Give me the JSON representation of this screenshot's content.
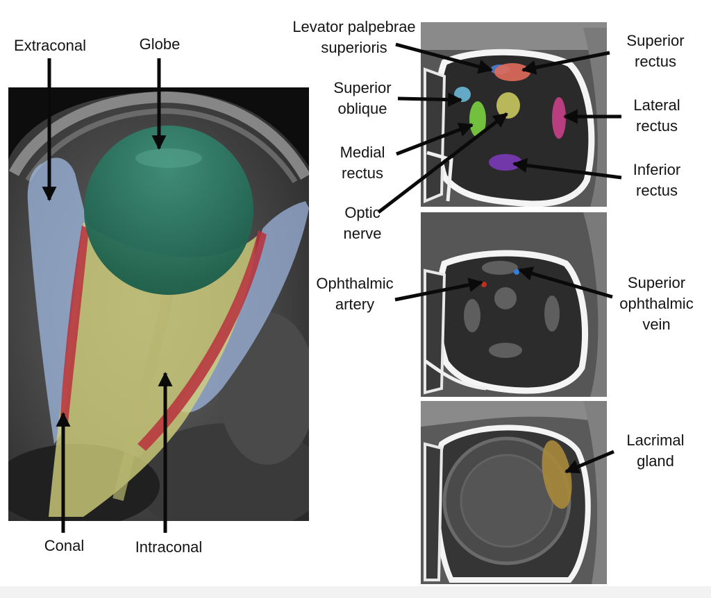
{
  "figure": {
    "labels": {
      "extraconal": "Extraconal",
      "globe": "Globe",
      "conal": "Conal",
      "intraconal": "Intraconal",
      "levator_l1": "Levator palpebrae",
      "levator_l2": "superioris",
      "superior_rectus_l1": "Superior",
      "superior_rectus_l2": "rectus",
      "superior_oblique_l1": "Superior",
      "superior_oblique_l2": "oblique",
      "lateral_rectus_l1": "Lateral",
      "lateral_rectus_l2": "rectus",
      "medial_rectus_l1": "Medial",
      "medial_rectus_l2": "rectus",
      "inferior_rectus_l1": "Inferior",
      "inferior_rectus_l2": "rectus",
      "optic_nerve_l1": "Optic",
      "optic_nerve_l2": "nerve",
      "ophthalmic_artery_l1": "Ophthalmic",
      "ophthalmic_artery_l2": "artery",
      "superior_ophthalmic_vein_l1": "Superior",
      "superior_ophthalmic_vein_l2": "ophthalmic",
      "superior_ophthalmic_vein_l3": "vein",
      "lacrimal_gland_l1": "Lacrimal",
      "lacrimal_gland_l2": "gland"
    },
    "colors": {
      "extraconal": "#9fb8e0",
      "globe": "#1f6e58",
      "conal": "#b8303c",
      "intraconal": "#d4d27c",
      "levator": "#4a7fd0",
      "superior_rectus": "#e06a5a",
      "superior_oblique": "#6ab8d8",
      "medial_rectus": "#7ad040",
      "lateral_rectus": "#c8408a",
      "inferior_rectus": "#7a3ab8",
      "optic_nerve": "#c8c860",
      "ophthalmic_artery": "#c03020",
      "superior_ophthalmic_vein": "#3080e0",
      "lacrimal_gland": "#a8883a",
      "arrow": "#0a0a0a"
    }
  }
}
